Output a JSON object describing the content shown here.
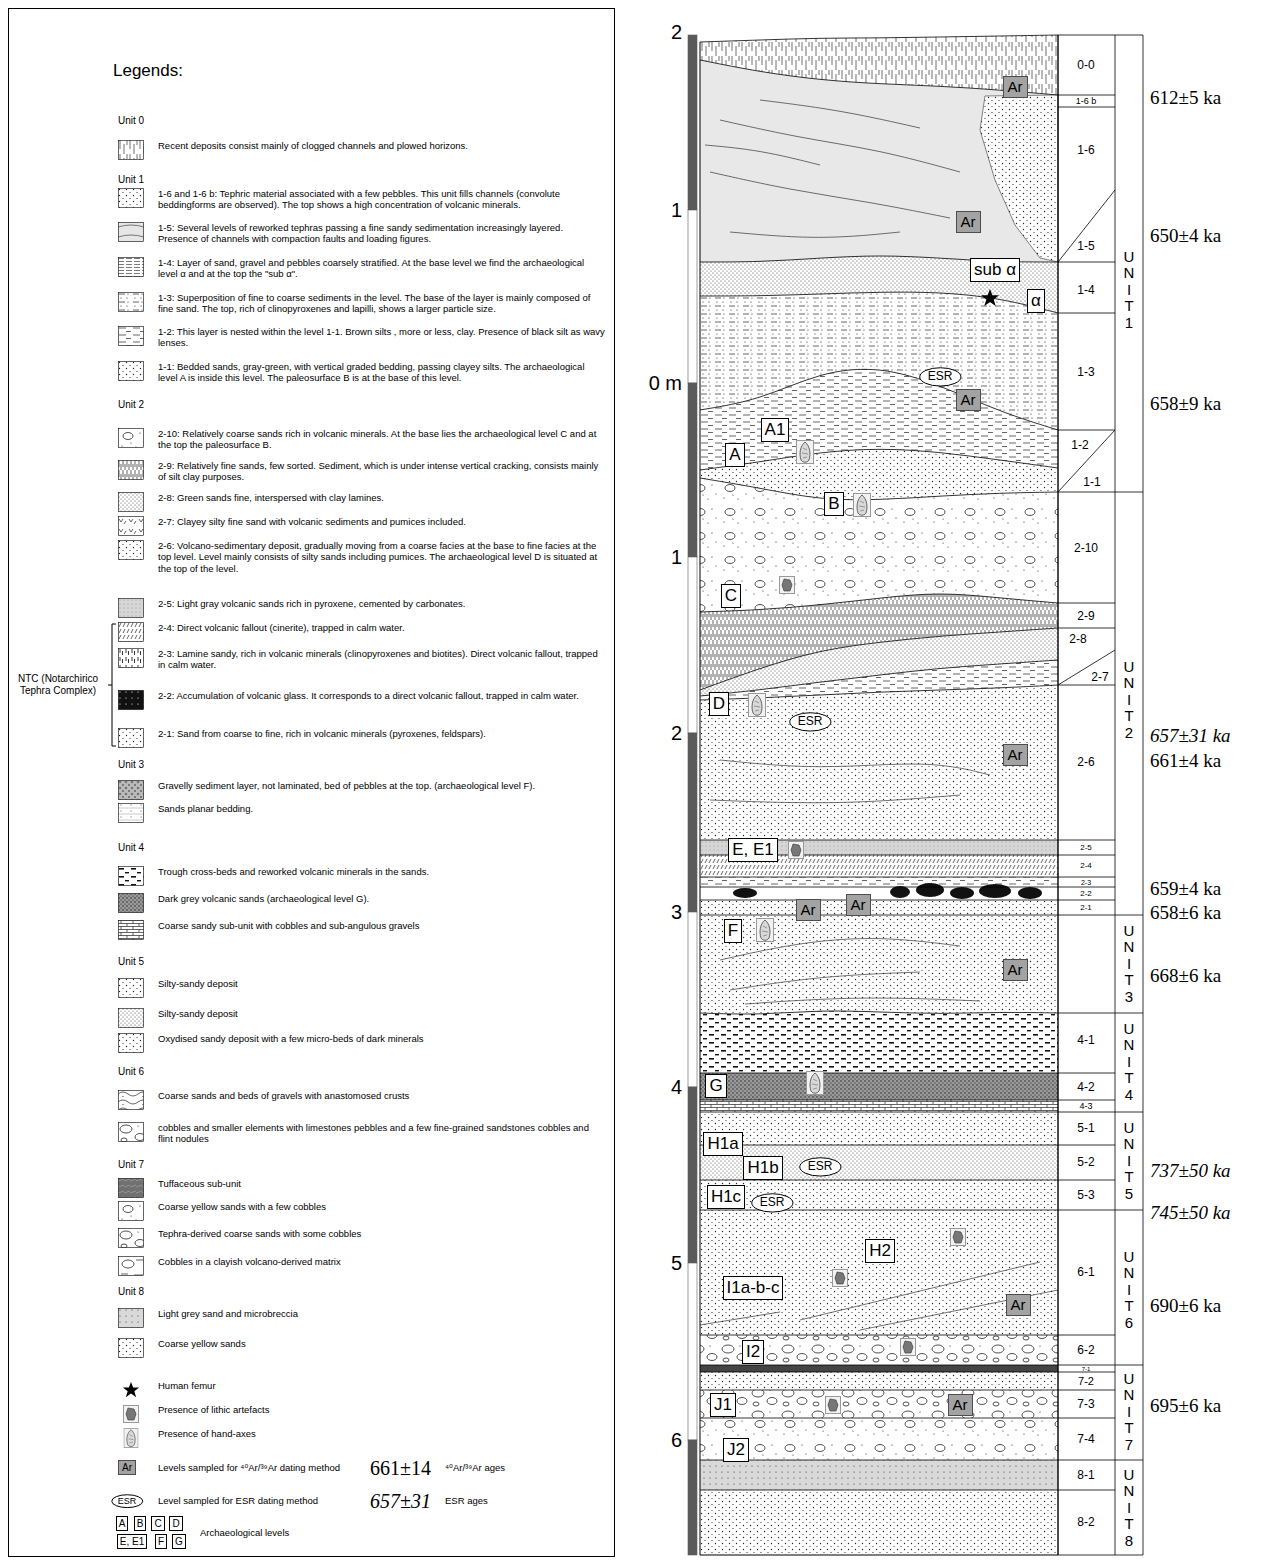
{
  "diagram": {
    "nodes": [
      {
        "text": [
          "Legends:"
        ]
      },
      {
        "text": [
          "Ar"
        ],
        "in": 0
      },
      {
        "text": [
          "ESR"
        ],
        "in": 0
      },
      {
        "text": [
          "A"
        ],
        "in": 0
      },
      {
        "text": [
          "B"
        ],
        "in": 0
      },
      {
        "text": [
          "C"
        ],
        "in": 0
      },
      {
        "text": [
          "D"
        ],
        "in": 0
      },
      {
        "text": [
          "E, E1"
        ],
        "in": 0
      },
      {
        "text": [
          "F"
        ],
        "in": 0
      },
      {
        "text": [
          "G"
        ],
        "in": 0
      },
      {
        "text": [
          "Ar"
        ]
      },
      {
        "text": [
          "Ar"
        ]
      },
      {
        "text": [
          "sub α"
        ]
      },
      {
        "text": [
          "α"
        ]
      },
      {
        "text": [
          "ESR"
        ]
      },
      {
        "text": [
          "Ar"
        ]
      },
      {
        "text": [
          "A1"
        ]
      },
      {
        "text": [
          "A"
        ]
      },
      {
        "text": [
          "B"
        ]
      },
      {
        "text": [
          "C"
        ]
      },
      {
        "text": [
          "D"
        ]
      },
      {
        "text": [
          "ESR"
        ]
      },
      {
        "text": [
          "Ar"
        ]
      },
      {
        "text": [
          "E, E1"
        ]
      },
      {
        "text": [
          "Ar"
        ]
      },
      {
        "text": [
          "Ar"
        ]
      },
      {
        "text": [
          "F"
        ]
      },
      {
        "text": [
          "Ar"
        ]
      },
      {
        "text": [
          "G"
        ]
      },
      {
        "text": [
          "H1a"
        ]
      },
      {
        "text": [
          "H1b"
        ]
      },
      {
        "text": [
          "ESR"
        ]
      },
      {
        "text": [
          "H1c"
        ]
      },
      {
        "text": [
          "ESR"
        ]
      },
      {
        "text": [
          "H2"
        ]
      },
      {
        "text": [
          "I1a-b-c"
        ]
      },
      {
        "text": [
          "Ar"
        ]
      },
      {
        "text": [
          "I2"
        ]
      },
      {
        "text": [
          "J1"
        ]
      },
      {
        "text": [
          "Ar"
        ]
      },
      {
        "text": [
          "J2"
        ]
      }
    ],
    "labels": [
      "Unit 0",
      "Unit 1",
      "Unit 2",
      "Unit 3",
      "Unit 4",
      "Unit 5",
      "Unit 6",
      "Unit 7",
      "Unit 8",
      "NTC (Notarchirico Tephra Complex)",
      "661±14",
      "657±31",
      "2",
      "1",
      "0 m",
      "1",
      "2",
      "3",
      "4",
      "5",
      "6",
      "0-0",
      "1-6 b",
      "1-6",
      "1-5",
      "1-4",
      "1-3",
      "1-2",
      "1-1",
      "2-10",
      "2-9",
      "2-8",
      "2-7",
      "2-6",
      "2-5",
      "2-4",
      "2-3",
      "2-2",
      "2-1",
      "4-1",
      "4-2",
      "4-3",
      "5-1",
      "5-2",
      "5-3",
      "6-1",
      "6-2",
      "7-1",
      "7-2",
      "7-3",
      "7-4",
      "8-1",
      "8-2",
      "UNIT 1",
      "UNIT 2",
      "UNIT 3",
      "UNIT 4",
      "UNIT 5",
      "UNIT 6",
      "UNIT 7",
      "UNIT 8",
      "612±5 ka",
      "650±4 ka",
      "658±9 ka",
      "657±31 ka",
      "661±4 ka",
      "659±4 ka",
      "658±6 ka",
      "668±6 ka",
      "737±50 ka",
      "745±50 ka",
      "690±6 ka",
      "695±6 ka"
    ],
    "legend": [
      {
        "text": "Recent deposits consist mainly of clogged channels and plowed horizons."
      },
      {
        "text": "1-6 and 1-6 b: Tephric material associated with a few pebbles. This unit fills channels (convolute beddingforms are observed). The top shows a high concentration of volcanic minerals."
      },
      {
        "text": "1-5: Several levels of reworked tephras passing a fine sandy sedimentation increasingly layered. Presence of channels with compaction faults and loading figures."
      },
      {
        "text": "1-4: Layer of sand, gravel and pebbles coarsely stratified. At the base level we find the archaeological level α and at the top the \"sub α\"."
      },
      {
        "text": "1-3: Superposition of fine to coarse sediments in the level. The base of the layer is mainly composed of fine sand. The top, rich of clinopyroxenes and lapilli, shows a larger particle size."
      },
      {
        "text": "1-2: This layer is nested within the level 1-1. Brown silts , more or less, clay. Presence of black silt as wavy lenses."
      },
      {
        "text": "1-1: Bedded sands, gray-green, with vertical graded bedding, passing clayey silts. The archaeological level A is inside this level. The paleosurface B is at the base of this level."
      },
      {
        "text": "2-10: Relatively coarse sands rich in volcanic minerals. At the base lies the archaeological level C and at the top the paleosurface B."
      },
      {
        "text": "2-9: Relatively fine sands, few sorted. Sediment, which is under intense vertical cracking, consists mainly of silt clay purposes."
      },
      {
        "text": "2-8: Green sands fine, interspersed with clay lamines."
      },
      {
        "text": "2-7: Clayey silty fine sand with volcanic sediments and pumices included."
      },
      {
        "text": "2-6: Volcano-sedimentary deposit, gradually moving from a coarse facies at the base to fine facies at the top level. Level mainly consists of silty sands including pumices. The archaeological level D is situated at the top of the level."
      },
      {
        "text": "2-5: Light gray volcanic sands rich in pyroxene, cemented by carbonates."
      },
      {
        "text": "2-4: Direct volcanic fallout (cinerite), trapped in calm water."
      },
      {
        "text": "2-3: Lamine sandy, rich in volcanic minerals (clinopyroxenes and biotites). Direct volcanic fallout, trapped in calm water."
      },
      {
        "text": "2-2: Accumulation of volcanic glass. It corresponds to a direct volcanic fallout, trapped in calm water."
      },
      {
        "text": "2-1: Sand from coarse to fine, rich in volcanic minerals (pyroxenes, feldspars)."
      },
      {
        "text": "Gravelly sediment layer, not laminated, bed of pebbles at the top. (archaeological level F)."
      },
      {
        "text": "Sands planar bedding."
      },
      {
        "text": "Trough cross-beds and reworked volcanic minerals in the sands."
      },
      {
        "text": "Dark grey volcanic sands (archaeological level G)."
      },
      {
        "text": "Coarse sandy sub-unit with cobbles and sub-angulous gravels"
      },
      {
        "text": "Silty-sandy deposit"
      },
      {
        "text": "Silty-sandy deposit"
      },
      {
        "text": "Oxydised sandy deposit with a few micro-beds of dark minerals"
      },
      {
        "text": "Coarse sands and beds of gravels with anastomosed crusts"
      },
      {
        "text": "cobbles and smaller elements with limestones pebbles and a few fine-grained sandstones cobbles and flint nodules"
      },
      {
        "text": "Tuffaceous sub-unit"
      },
      {
        "text": "Coarse yellow sands with a few cobbles"
      },
      {
        "text": "Tephra-derived coarse sands with some cobbles"
      },
      {
        "text": "Cobbles in a clayish volcano-derived matrix"
      },
      {
        "text": "Light grey sand and microbreccia"
      },
      {
        "text": "Coarse yellow sands"
      },
      {
        "text": "Human femur"
      },
      {
        "text": "Presence of lithic artefacts"
      },
      {
        "text": "Presence of hand-axes"
      },
      {
        "text": "Levels sampled for ⁴⁰Ar/³⁹Ar dating method"
      },
      {
        "text": "Level sampled for ESR dating method"
      },
      {
        "text": "Archaeological levels"
      },
      {
        "text": "⁴⁰Ar/³⁹Ar ages"
      },
      {
        "text": "ESR ages"
      }
    ]
  }
}
